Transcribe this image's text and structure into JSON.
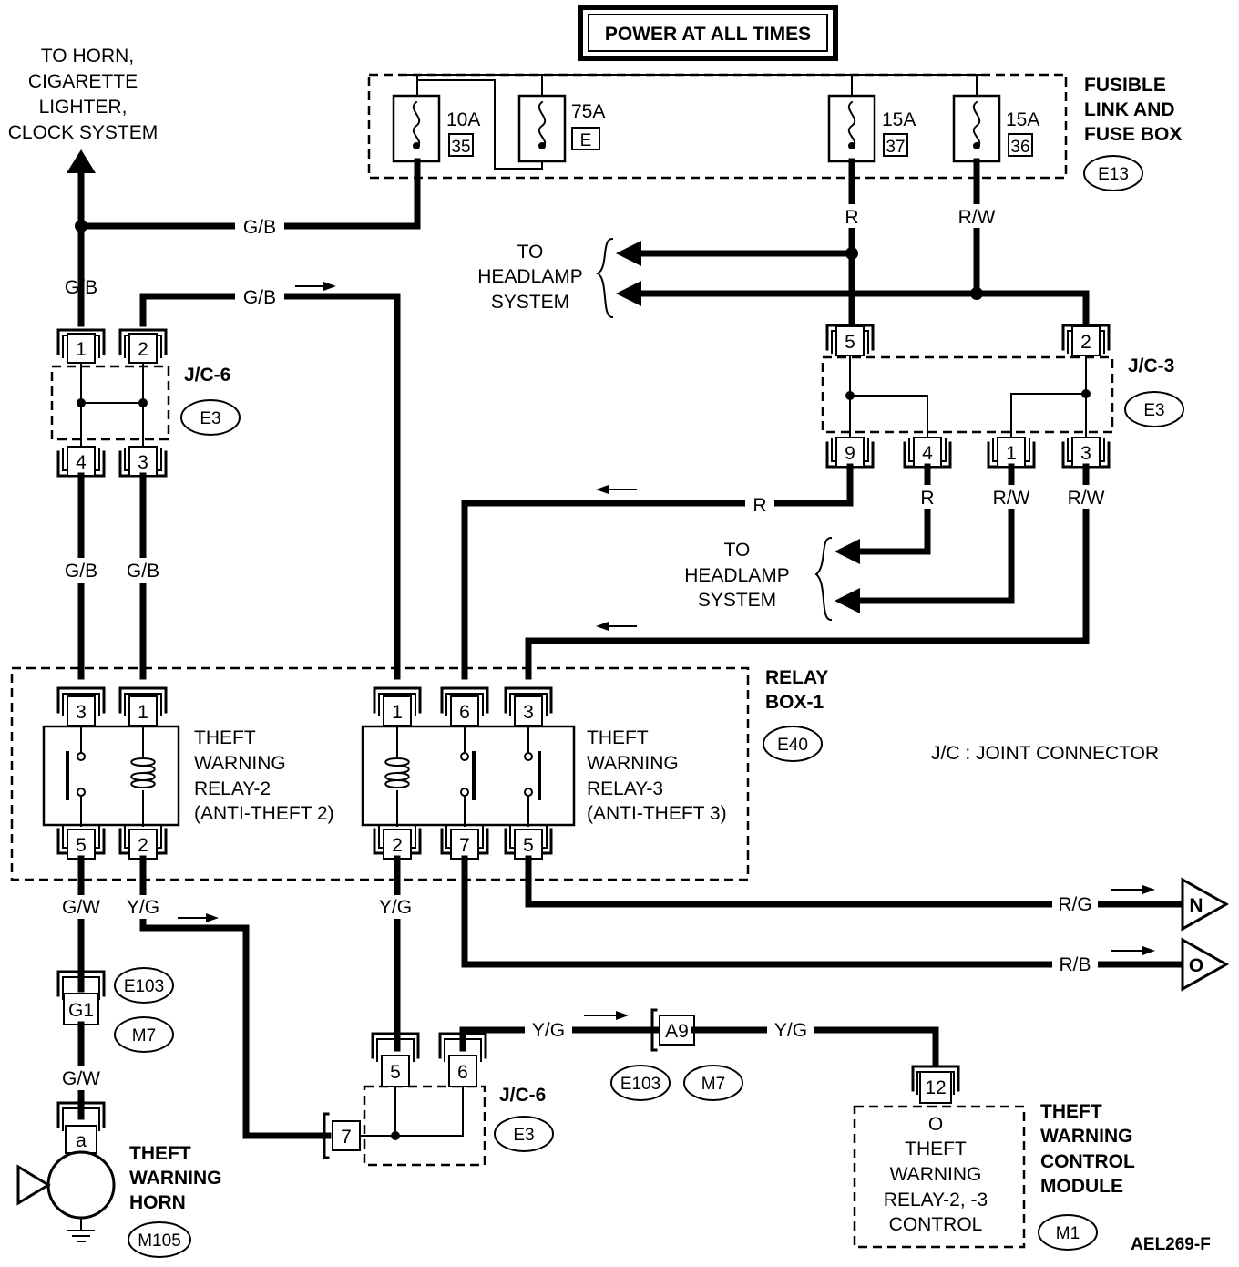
{
  "header": {
    "power": "POWER AT ALL TIMES"
  },
  "notes": {
    "to_horn_1": "TO HORN,",
    "to_horn_2": "CIGARETTE",
    "to_horn_3": "LIGHTER,",
    "to_horn_4": "CLOCK SYSTEM",
    "to_headlamp_1": "TO",
    "to_headlamp_2": "HEADLAMP",
    "to_headlamp_3": "SYSTEM",
    "legend": "J/C  : JOINT CONNECTOR",
    "diagram_code": "AEL269-F"
  },
  "fuse_box": {
    "title_1": "FUSIBLE",
    "title_2": "LINK AND",
    "title_3": "FUSE BOX",
    "code": "E13",
    "fuses": [
      {
        "rating": "10A",
        "id": "35"
      },
      {
        "rating": "75A",
        "id": "E"
      },
      {
        "rating": "15A",
        "id": "37"
      },
      {
        "rating": "15A",
        "id": "36"
      }
    ]
  },
  "jc6_top": {
    "title": "J/C-6",
    "code": "E3",
    "pins": [
      "1",
      "2",
      "4",
      "3"
    ]
  },
  "jc3": {
    "title": "J/C-3",
    "code": "E3",
    "pins": [
      "5",
      "2",
      "9",
      "4",
      "1",
      "3"
    ]
  },
  "relay_box": {
    "title_1": "RELAY",
    "title_2": "BOX-1",
    "code": "E40",
    "relay2": {
      "l1": "THEFT",
      "l2": "WARNING",
      "l3": "RELAY-2",
      "l4": "(ANTI-THEFT 2)",
      "pins": [
        "3",
        "1",
        "5",
        "2"
      ]
    },
    "relay3": {
      "l1": "THEFT",
      "l2": "WARNING",
      "l3": "RELAY-3",
      "l4": "(ANTI-THEFT 3)",
      "pins": [
        "1",
        "6",
        "3",
        "2",
        "7",
        "5"
      ]
    }
  },
  "wires": {
    "gb": "G/B",
    "r": "R",
    "rw": "R/W",
    "gw": "G/W",
    "yg": "Y/G",
    "rg": "R/G",
    "rb": "R/B"
  },
  "connectors": {
    "g1": "G1",
    "e103": "E103",
    "m7": "M7",
    "a9": "A9"
  },
  "jc6_bottom": {
    "title": "J/C-6",
    "code": "E3",
    "pins": [
      "5",
      "6",
      "7"
    ]
  },
  "horn": {
    "pin": "a",
    "l1": "THEFT",
    "l2": "WARNING",
    "l3": "HORN",
    "code": "M105"
  },
  "module": {
    "pin": "12",
    "pin_sub": "O",
    "inner_1": "THEFT",
    "inner_2": "WARNING",
    "inner_3": "RELAY-2, -3",
    "inner_4": "CONTROL",
    "title_1": "THEFT",
    "title_2": "WARNING",
    "title_3": "CONTROL",
    "title_4": "MODULE",
    "code": "M1"
  },
  "offpage": {
    "n": "N",
    "o": "O"
  }
}
